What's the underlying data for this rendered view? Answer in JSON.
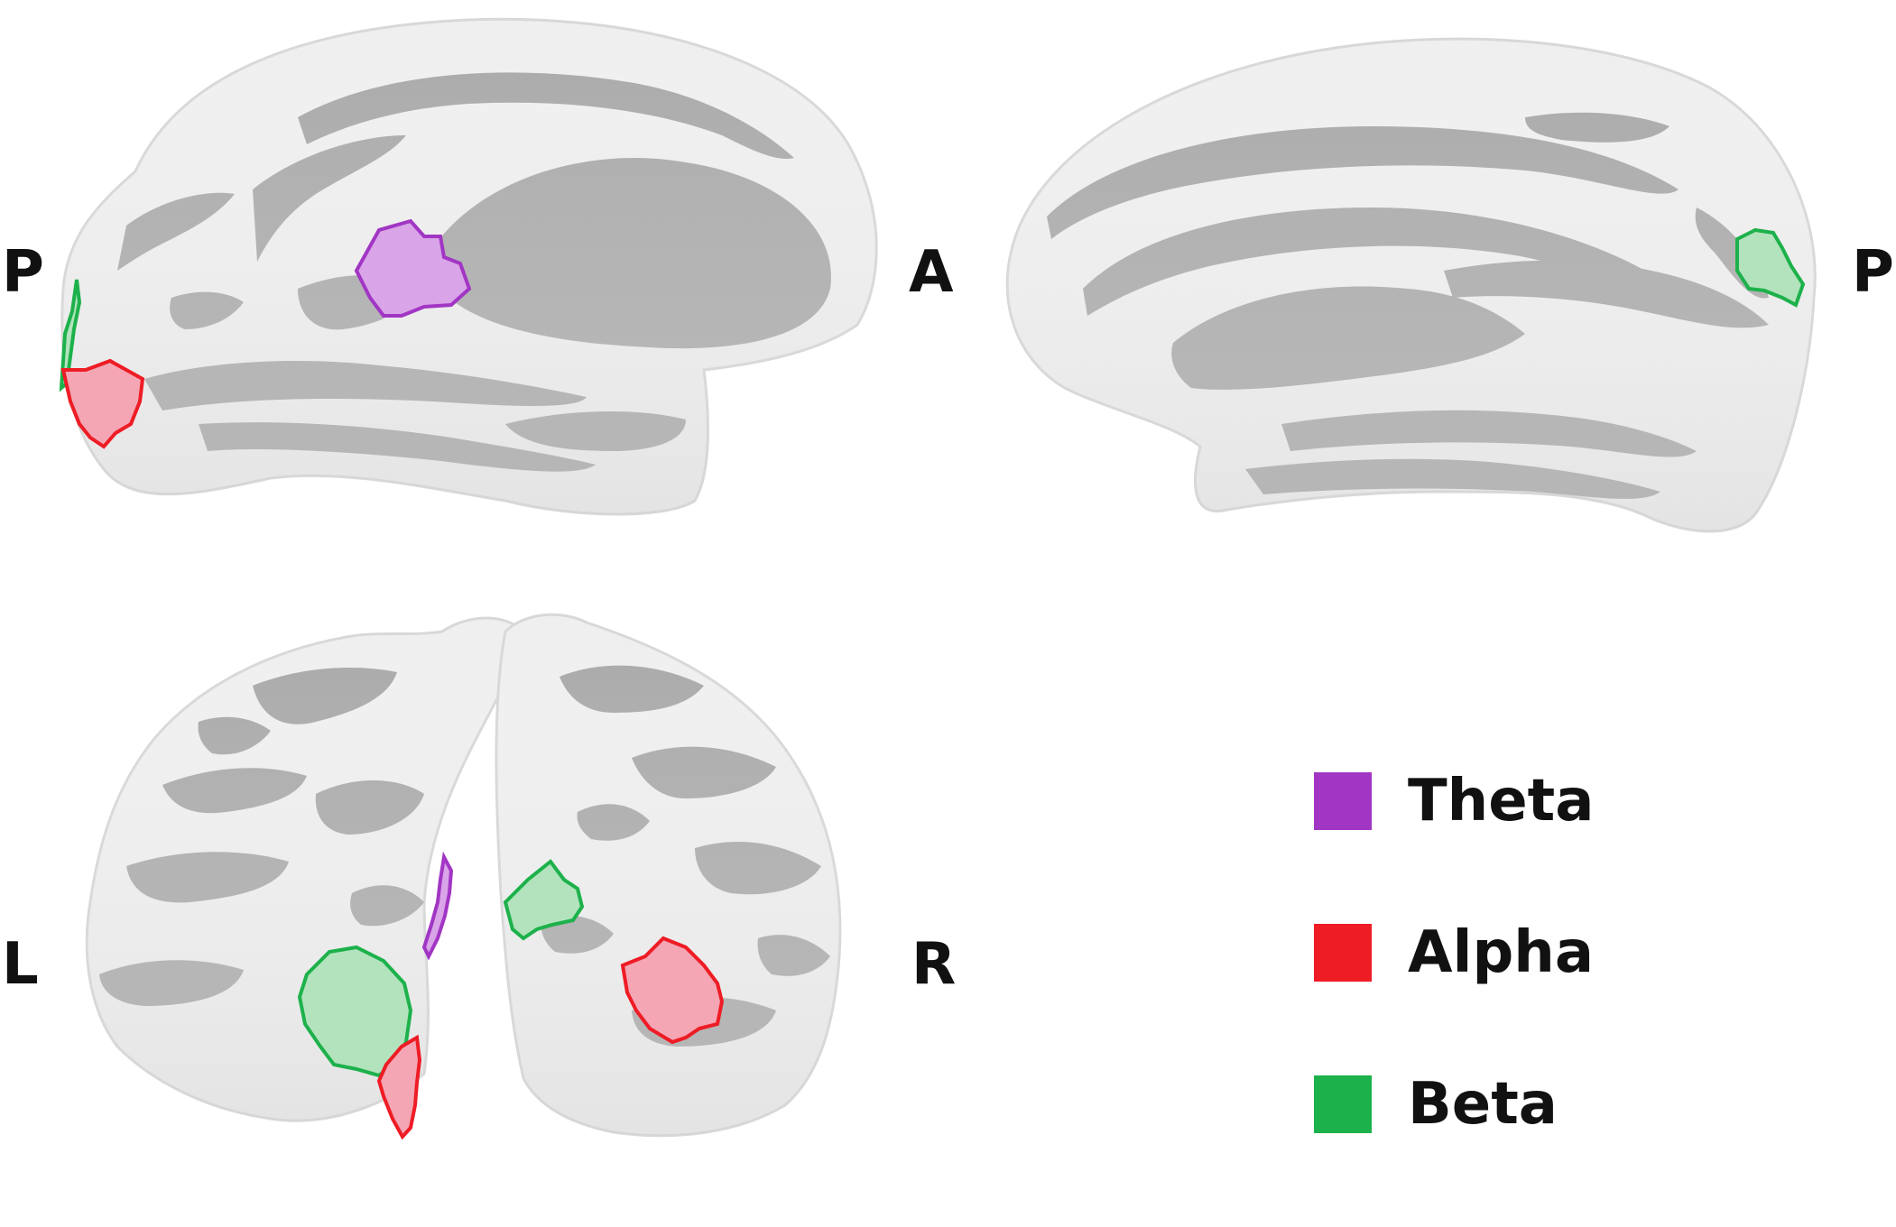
{
  "labels": {
    "medial_left_posterior": "P",
    "medial_left_anterior": "A",
    "medial_right_posterior": "P",
    "posterior_view_left": "L",
    "posterior_view_right": "R"
  },
  "legend": [
    {
      "label": "Theta",
      "color": "#a236c4"
    },
    {
      "label": "Alpha",
      "color": "#ee1c25"
    },
    {
      "label": "Beta",
      "color": "#1db14b"
    }
  ],
  "colors": {
    "gyri": "#efefef",
    "sulci": "#a9a9a9",
    "theta_fill": "#d9a5e8",
    "alpha_fill": "#f4a6b4",
    "beta_fill": "#b3e3bd"
  }
}
